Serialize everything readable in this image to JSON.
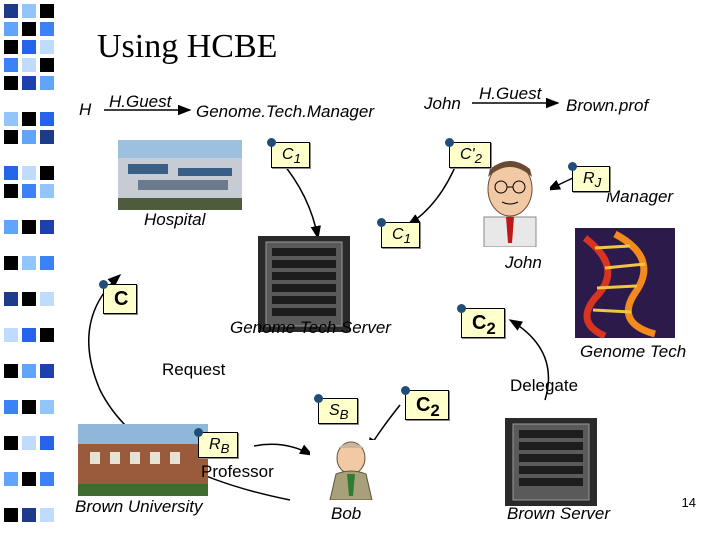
{
  "title": "Using HCBE",
  "top_line": {
    "h": "H",
    "guest_label": "H.Guest",
    "manager": "Genome.Tech.Manager",
    "john": "John",
    "guest_label2": "H.Guest",
    "brown_prof": "Brown.prof"
  },
  "tags": {
    "c1_top": "C",
    "c1_top_sub": "1",
    "c2_prime": "C'",
    "c2_prime_sub": "2",
    "r_j": "R",
    "r_j_sub": "J",
    "c1_mid": "C",
    "c1_mid_sub": "1",
    "c_left": "C",
    "c2_mid": "C",
    "c2_mid_sub": "2",
    "c2_low": "C",
    "c2_low_sub": "2",
    "s_b": "S",
    "s_b_sub": "B",
    "r_b": "R",
    "r_b_sub": "B"
  },
  "labels": {
    "hospital": "Hospital",
    "manager": "Manager",
    "john": "John",
    "genome_tech_server": "Genome Tech Server",
    "genome_tech": "Genome Tech",
    "request": "Request",
    "delegate": "Delegate",
    "professor": "Professor",
    "brown_university": "Brown University",
    "bob": "Bob",
    "brown_server": "Brown Server"
  },
  "page_number": "14"
}
